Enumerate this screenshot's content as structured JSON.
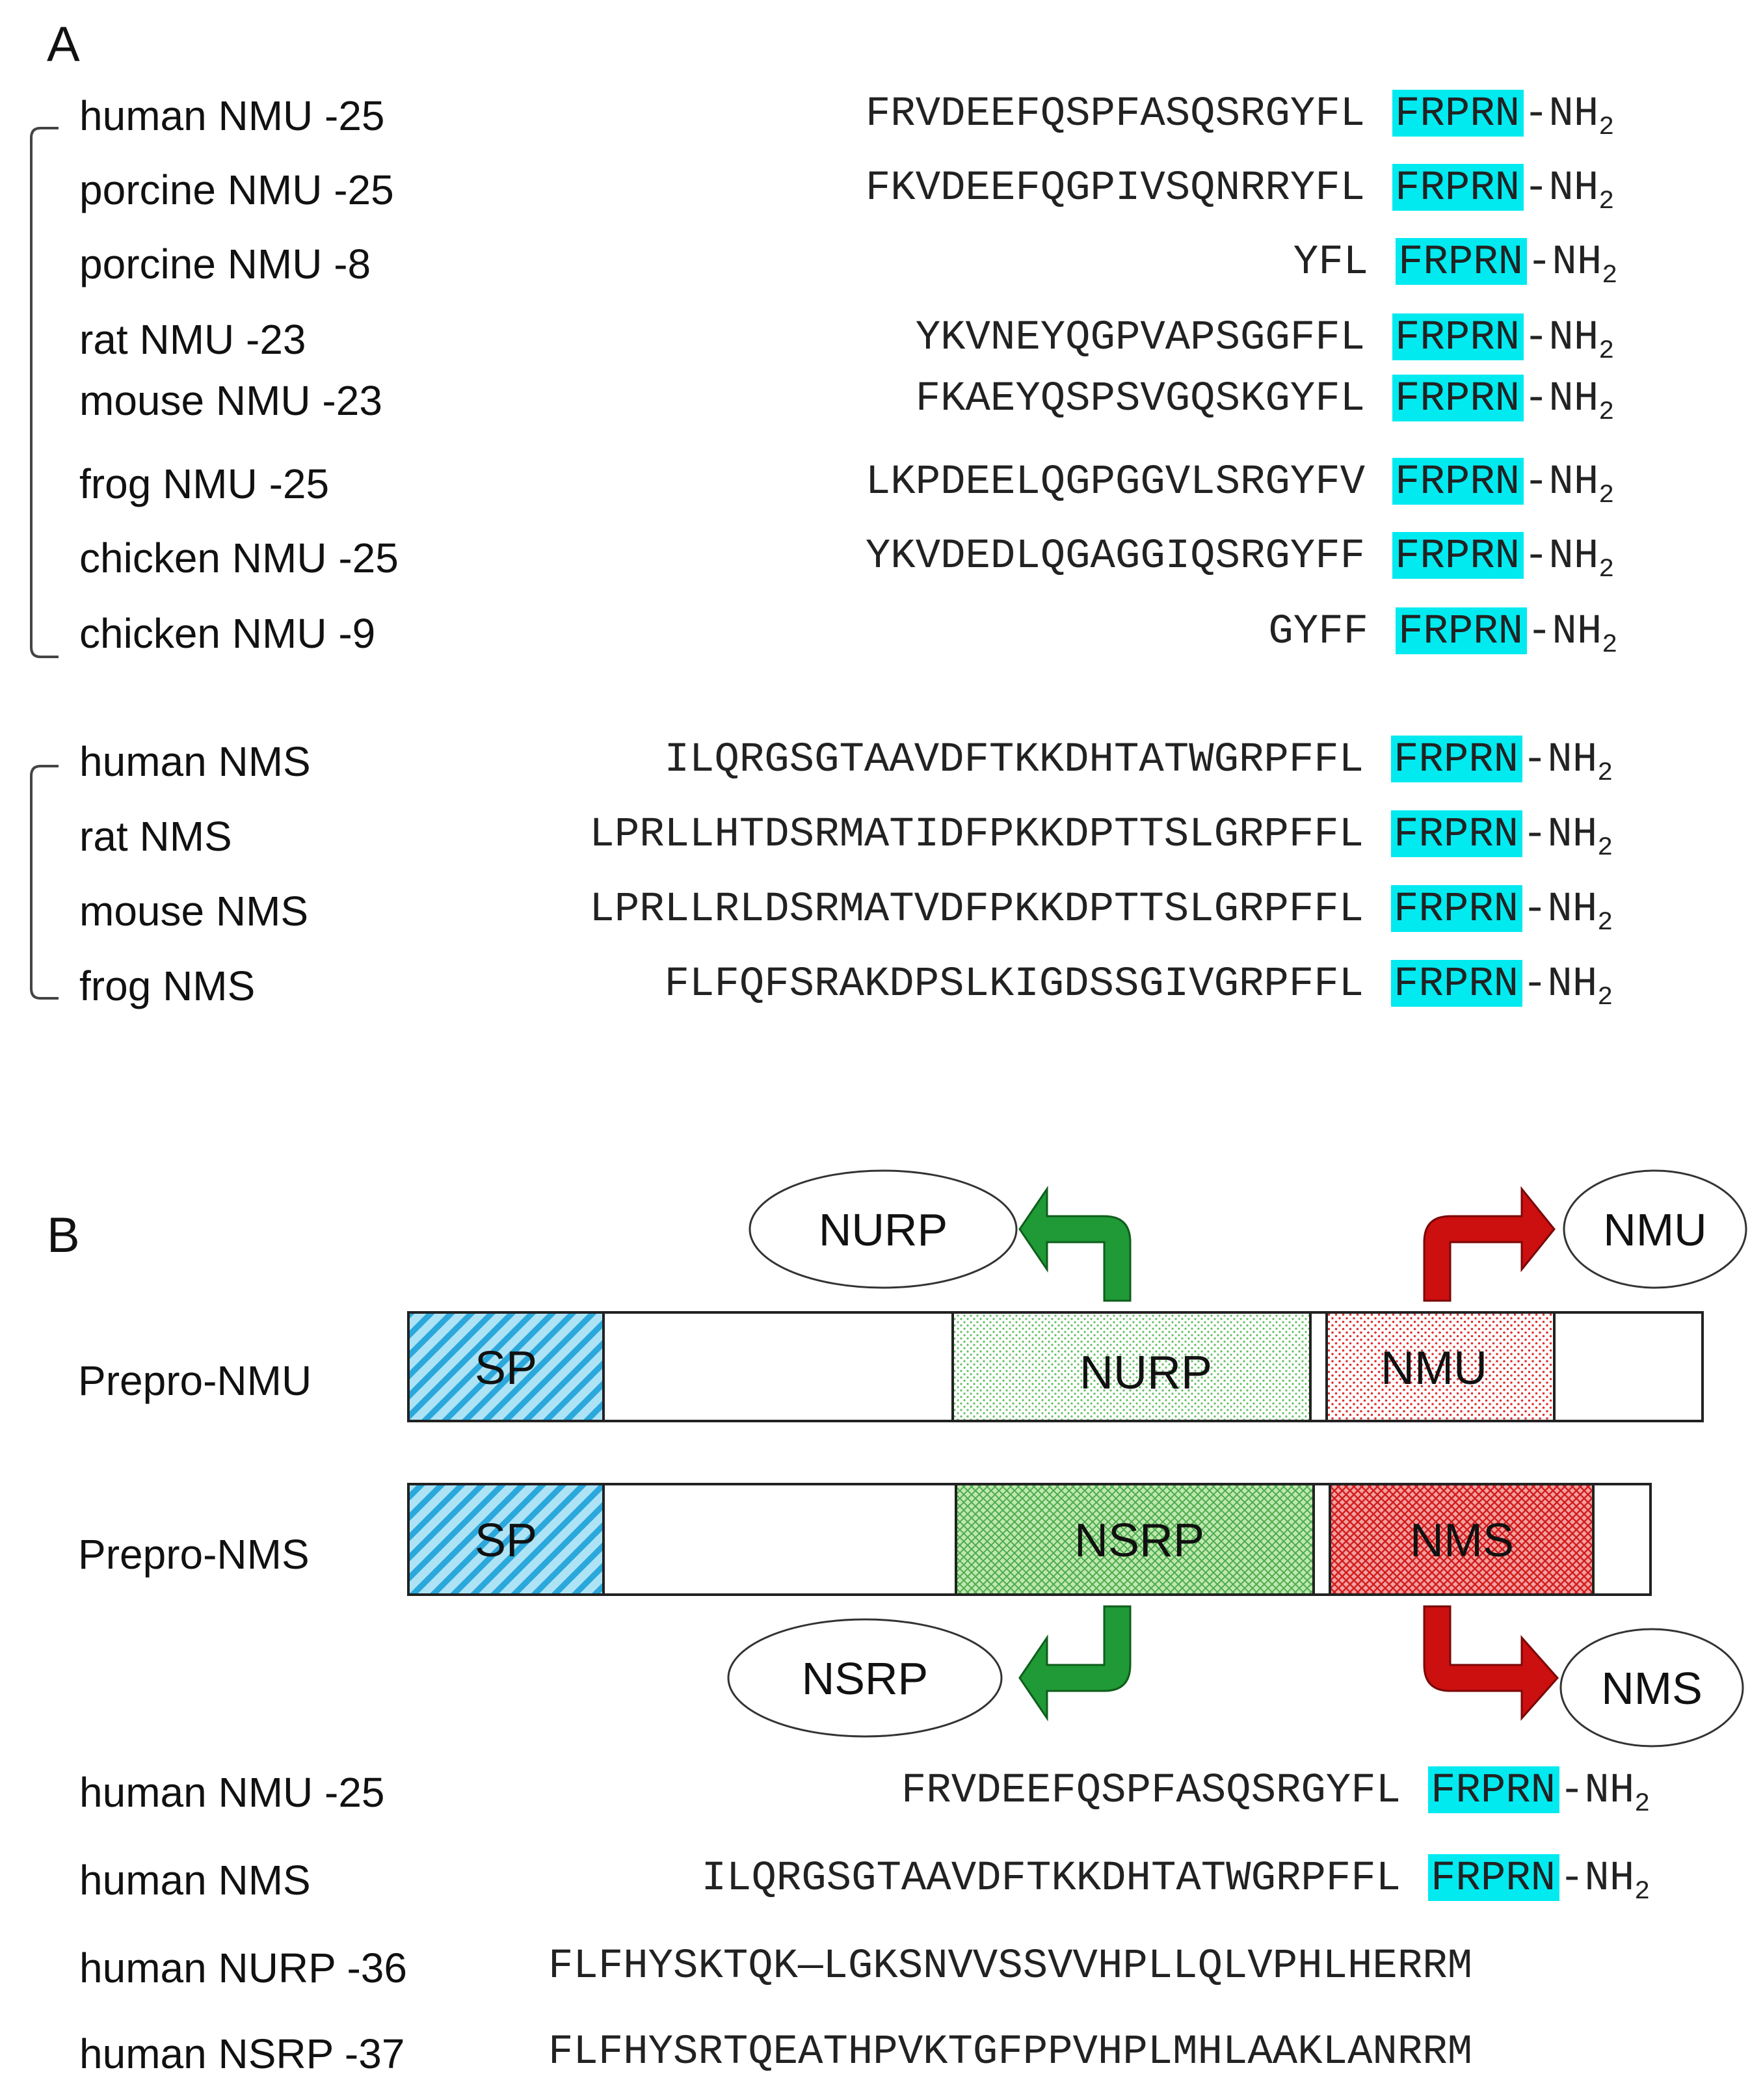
{
  "colors": {
    "motif": "#00eaf0",
    "green": "#1f9a36",
    "red": "#cc0f0f",
    "sp": "#2aa8dc"
  },
  "panel_a": {
    "label": "A",
    "nmu_rows": [
      {
        "species": "human NMU -25",
        "prefix": "FRVDEEFQSPFASQSRGYFL",
        "motif": "FRPRN",
        "suffix": "-NH",
        "sub": "2"
      },
      {
        "species": "porcine NMU -25",
        "prefix": "FKVDEEFQGPIVSQNRRYFL",
        "motif": "FRPRN",
        "suffix": "-NH",
        "sub": "2"
      },
      {
        "species": "porcine NMU -8",
        "prefix": "YFL",
        "motif": "FRPRN",
        "suffix": "-NH",
        "sub": "2"
      },
      {
        "species": "rat NMU -23",
        "prefix": "YKVNEYQGPVAPSGGFFL",
        "motif": "FRPRN",
        "suffix": "-NH",
        "sub": "2"
      },
      {
        "species": "mouse NMU -23",
        "prefix": "FKAEYQSPSVGQSKGYFL",
        "motif": "FRPRN",
        "suffix": "-NH",
        "sub": "2"
      },
      {
        "species": "frog NMU -25",
        "prefix": "LKPDEELQGPGGVLSRGYFV",
        "motif": "FRPRN",
        "suffix": "-NH",
        "sub": "2"
      },
      {
        "species": "chicken NMU -25",
        "prefix": "YKVDEDLQGAGGIQSRGYFF",
        "motif": "FRPRN",
        "suffix": "-NH",
        "sub": "2"
      },
      {
        "species": "chicken NMU -9",
        "prefix": "GYFF",
        "motif": "FRPRN",
        "suffix": "-NH",
        "sub": "2"
      }
    ],
    "nms_rows": [
      {
        "species": "human NMS",
        "prefix": "ILQRGSGTAAVDFTKKDHTATWGRPFFL",
        "motif": "FRPRN",
        "suffix": "-NH",
        "sub": "2"
      },
      {
        "species": "rat NMS",
        "prefix": "LPRLLHTDSRMATIDFPKKDPTTSLGRPFFL",
        "motif": "FRPRN",
        "suffix": "-NH",
        "sub": "2"
      },
      {
        "species": "mouse NMS",
        "prefix": "LPRLLRLDSRMATVDFPKKDPTTSLGRPFFL",
        "motif": "FRPRN",
        "suffix": "-NH",
        "sub": "2"
      },
      {
        "species": "frog NMS",
        "prefix": "FLFQFSRAKDPSLKIGDSSGIVGRPFFL",
        "motif": "FRPRN",
        "suffix": "-NH",
        "sub": "2"
      }
    ]
  },
  "panel_b": {
    "label": "B",
    "prepro_nmu": {
      "label": "Prepro-NMU",
      "sp": "SP",
      "mid": "NURP",
      "pep": "NMU"
    },
    "prepro_nms": {
      "label": "Prepro-NMS",
      "sp": "SP",
      "mid": "NSRP",
      "pep": "NMS"
    },
    "products": {
      "nurp": "NURP",
      "nmu": "NMU",
      "nsrp": "NSRP",
      "nms": "NMS"
    },
    "rows": [
      {
        "name": "human NMU -25",
        "prefix": "FRVDEEFQSPFASQSRGYFL",
        "motif": "FRPRN",
        "suffix": "-NH",
        "sub": "2"
      },
      {
        "name": "human NMS",
        "prefix": "ILQRGSGTAAVDFTKKDHTATWGRPFFL",
        "motif": "FRPRN",
        "suffix": "-NH",
        "sub": "2"
      },
      {
        "name": "human NURP -36",
        "seq": "FLFHYSKTQK—LGKSNVVSSVVHPLLQLVPHLHERRM"
      },
      {
        "name": "human NSRP -37",
        "seq": "FLFHYSRTQEATHPVKTGFPPVHPLMHLAAKLANRRM"
      }
    ]
  }
}
